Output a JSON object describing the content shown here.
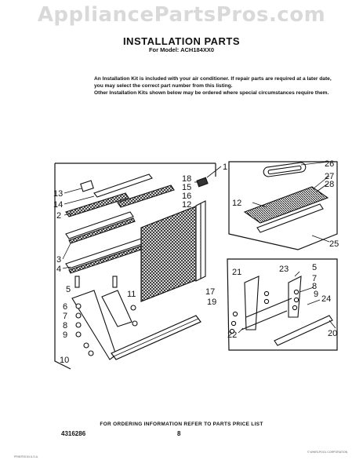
{
  "watermark": "AppliancePartsPros.com",
  "header": {
    "title": "INSTALLATION PARTS",
    "subtitle": "For Model: ACH184XX0"
  },
  "intro": {
    "para1": "An Installation Kit is included with your air conditioner. If repair parts are required at a later date, you may select the correct part number from this listing.",
    "para2": "Other Installation Kits shown below may be ordered where special circumstances require them."
  },
  "callouts": {
    "main": [
      "1",
      "13",
      "14",
      "2",
      "3",
      "4",
      "5",
      "6",
      "7",
      "8",
      "9",
      "10",
      "11",
      "12",
      "15",
      "16",
      "17",
      "18",
      "19"
    ],
    "top_right": [
      "26",
      "27",
      "28",
      "12",
      "25"
    ],
    "bottom_right": [
      "21",
      "23",
      "5",
      "7",
      "8",
      "9",
      "24",
      "22",
      "20"
    ]
  },
  "footer": {
    "ordering": "FOR ORDERING INFORMATION REFER TO PARTS PRICE LIST",
    "part_number": "4316286",
    "page": "8",
    "fine_left": "PRINTED IN U.S.A.",
    "fine_right": "© WHIRLPOOL CORPORATION"
  },
  "colors": {
    "ink": "#111111",
    "watermark": "#d9d9d9",
    "paper": "#ffffff"
  }
}
